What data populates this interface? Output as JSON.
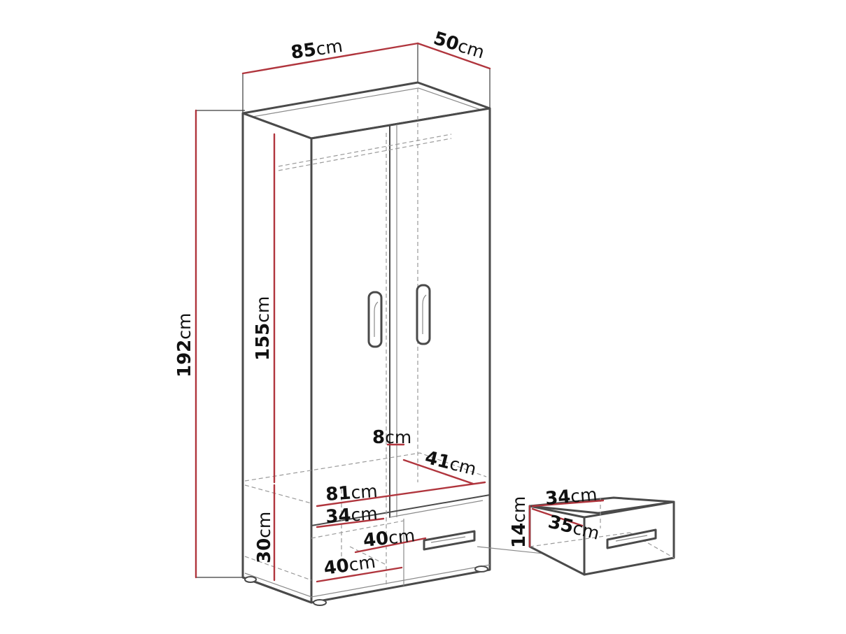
{
  "diagram": {
    "subject": "Two-door wardrobe with two drawers — dimension drawing",
    "colors": {
      "outline": "#4a4a4a",
      "dimension_line": "#b0353d",
      "text": "#111111",
      "background": "#ffffff"
    },
    "unit": "cm",
    "dimensions": {
      "width": {
        "value": "85",
        "unit": "cm"
      },
      "depth": {
        "value": "50",
        "unit": "cm"
      },
      "total_height": {
        "value": "192",
        "unit": "cm"
      },
      "door_height": {
        "value": "155",
        "unit": "cm"
      },
      "drawer_section_height": {
        "value": "30",
        "unit": "cm"
      },
      "shelf_gap": {
        "value": "8",
        "unit": "cm"
      },
      "inner_depth": {
        "value": "41",
        "unit": "cm"
      },
      "inner_width": {
        "value": "81",
        "unit": "cm"
      },
      "compartment_width": {
        "value": "34",
        "unit": "cm"
      },
      "drawer_front_width": {
        "value": "40",
        "unit": "cm"
      },
      "drawer_depth_bottom": {
        "value": "40",
        "unit": "cm"
      }
    },
    "drawer_detail": {
      "height": {
        "value": "14",
        "unit": "cm"
      },
      "width": {
        "value": "34",
        "unit": "cm"
      },
      "depth": {
        "value": "35",
        "unit": "cm"
      }
    }
  }
}
